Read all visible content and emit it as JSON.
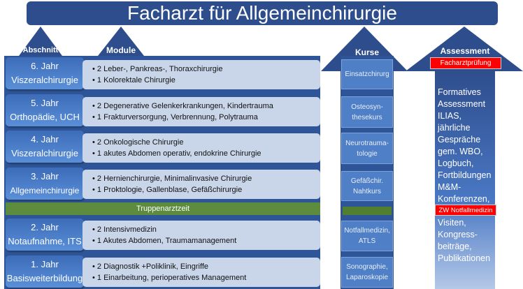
{
  "title": "Facharzt für Allgemeinchirurgie",
  "headers": {
    "abschnitt": "Abschnitt",
    "module": "Module",
    "kurse": "Kurse",
    "assessment": "Assessment"
  },
  "rows": [
    {
      "year": "6. Jahr",
      "field": "Viszeralchirurgie",
      "modules": [
        "2 Leber-, Pankreas-, Thoraxchirurgie",
        "1 Kolorektale Chirurgie"
      ]
    },
    {
      "year": "5. Jahr",
      "field": "Orthopädie, UCH",
      "modules": [
        "2 Degenerative Gelenkerkrankungen, Kindertrauma",
        "1 Frakturversorgung, Verbrennung, Polytrauma"
      ]
    },
    {
      "year": "4. Jahr",
      "field": "Viszeralchirurgie",
      "modules": [
        "2 Onkologische Chirurgie",
        "1 akutes Abdomen operativ, endokrine Chirurgie"
      ]
    },
    {
      "year": "3. Jahr",
      "field": "Allgemeinchirurgie",
      "modules": [
        "2 Hernienchirurgie, Minimalinvasive Chirurgie",
        "1 Proktologie, Gallenblase, Gefäßchirurgie"
      ]
    },
    {
      "year": "2. Jahr",
      "field": "Notaufnahme, ITS",
      "modules": [
        "2 Intensivmedizin",
        "1 Akutes Abdomen, Traumamanagement"
      ]
    },
    {
      "year": "1. Jahr",
      "field": "Basisweiterbildung",
      "modules": [
        "2 Diagnostik +Poliklinik, Eingriffe",
        "1 Einarbeitung, perioperatives Management"
      ]
    }
  ],
  "truppenarztzeit": "Truppenarztzeit",
  "kurse": [
    "Einsatzchirurg",
    "Osteosyn-thesekurs",
    "Neurotrauma-tologie",
    "Gefäßchir. Nahtkurs",
    "Notfallmedizin, ATLS",
    "Sonographie, Laparoskopie"
  ],
  "assessment": {
    "exam": "Facharztprüfung",
    "text_top": "Formatives Assessment ILIAS, jährliche Gespräche gem. WBO, Logbuch, Fortbildungen M&M-Konferenzen,",
    "zw": "ZW Notfallmedizin",
    "text_bottom": "Visiten, Kongress-beiträge, Publikationen"
  }
}
